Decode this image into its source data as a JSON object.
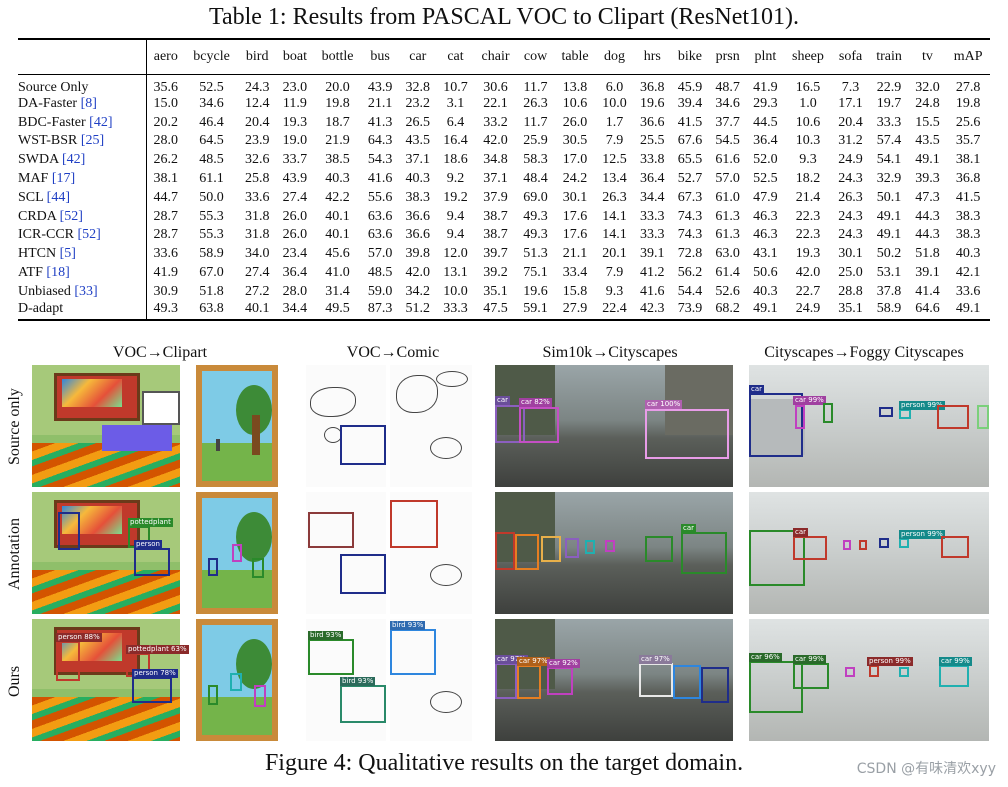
{
  "table": {
    "title": "Table 1: Results from PASCAL VOC to Clipart (ResNet101).",
    "columns": [
      "aero",
      "bcycle",
      "bird",
      "boat",
      "bottle",
      "bus",
      "car",
      "cat",
      "chair",
      "cow",
      "table",
      "dog",
      "hrs",
      "bike",
      "prsn",
      "plnt",
      "sheep",
      "sofa",
      "train",
      "tv",
      "mAP"
    ],
    "rows": [
      {
        "method": "Source Only",
        "ref": "",
        "values": [
          "35.6",
          "52.5",
          "24.3",
          "23.0",
          "20.0",
          "43.9",
          "32.8",
          "10.7",
          "30.6",
          "11.7",
          "13.8",
          "6.0",
          "36.8",
          "45.9",
          "48.7",
          "41.9",
          "16.5",
          "7.3",
          "22.9",
          "32.0",
          "27.8"
        ],
        "bold": []
      },
      {
        "method": "DA-Faster",
        "ref": "[8]",
        "values": [
          "15.0",
          "34.6",
          "12.4",
          "11.9",
          "19.8",
          "21.1",
          "23.2",
          "3.1",
          "22.1",
          "26.3",
          "10.6",
          "10.0",
          "19.6",
          "39.4",
          "34.6",
          "29.3",
          "1.0",
          "17.1",
          "19.7",
          "24.8",
          "19.8"
        ],
        "bold": []
      },
      {
        "method": "BDC-Faster",
        "ref": "[42]",
        "values": [
          "20.2",
          "46.4",
          "20.4",
          "19.3",
          "18.7",
          "41.3",
          "26.5",
          "6.4",
          "33.2",
          "11.7",
          "26.0",
          "1.7",
          "36.6",
          "41.5",
          "37.7",
          "44.5",
          "10.6",
          "20.4",
          "33.3",
          "15.5",
          "25.6"
        ],
        "bold": []
      },
      {
        "method": "WST-BSR",
        "ref": "[25]",
        "values": [
          "28.0",
          "64.5",
          "23.9",
          "19.0",
          "21.9",
          "64.3",
          "43.5",
          "16.4",
          "42.0",
          "25.9",
          "30.5",
          "7.9",
          "25.5",
          "67.6",
          "54.5",
          "36.4",
          "10.3",
          "31.2",
          "57.4",
          "43.5",
          "35.7"
        ],
        "bold": [
          10
        ]
      },
      {
        "method": "SWDA",
        "ref": "[42]",
        "values": [
          "26.2",
          "48.5",
          "32.6",
          "33.7",
          "38.5",
          "54.3",
          "37.1",
          "18.6",
          "34.8",
          "58.3",
          "17.0",
          "12.5",
          "33.8",
          "65.5",
          "61.6",
          "52.0",
          "9.3",
          "24.9",
          "54.1",
          "49.1",
          "38.1"
        ],
        "bold": []
      },
      {
        "method": "MAF",
        "ref": "[17]",
        "values": [
          "38.1",
          "61.1",
          "25.8",
          "43.9",
          "40.3",
          "41.6",
          "40.3",
          "9.2",
          "37.1",
          "48.4",
          "24.2",
          "13.4",
          "36.4",
          "52.7",
          "57.0",
          "52.5",
          "18.2",
          "24.3",
          "32.9",
          "39.3",
          "36.8"
        ],
        "bold": [
          3,
          15
        ]
      },
      {
        "method": "SCL",
        "ref": "[44]",
        "values": [
          "44.7",
          "50.0",
          "33.6",
          "27.4",
          "42.2",
          "55.6",
          "38.3",
          "19.2",
          "37.9",
          "69.0",
          "30.1",
          "26.3",
          "34.4",
          "67.3",
          "61.0",
          "47.9",
          "21.4",
          "26.3",
          "50.1",
          "47.3",
          "41.5"
        ],
        "bold": [
          9,
          11
        ]
      },
      {
        "method": "CRDA",
        "ref": "[52]",
        "values": [
          "28.7",
          "55.3",
          "31.8",
          "26.0",
          "40.1",
          "63.6",
          "36.6",
          "9.4",
          "38.7",
          "49.3",
          "17.6",
          "14.1",
          "33.3",
          "74.3",
          "61.3",
          "46.3",
          "22.3",
          "24.3",
          "49.1",
          "44.3",
          "38.3"
        ],
        "bold": [
          13
        ]
      },
      {
        "method": "ICR-CCR",
        "ref": "[52]",
        "values": [
          "28.7",
          "55.3",
          "31.8",
          "26.0",
          "40.1",
          "63.6",
          "36.6",
          "9.4",
          "38.7",
          "49.3",
          "17.6",
          "14.1",
          "33.3",
          "74.3",
          "61.3",
          "46.3",
          "22.3",
          "24.3",
          "49.1",
          "44.3",
          "38.3"
        ],
        "bold": [
          13
        ]
      },
      {
        "method": "HTCN",
        "ref": "[5]",
        "values": [
          "33.6",
          "58.9",
          "34.0",
          "23.4",
          "45.6",
          "57.0",
          "39.8",
          "12.0",
          "39.7",
          "51.3",
          "21.1",
          "20.1",
          "39.1",
          "72.8",
          "63.0",
          "43.1",
          "19.3",
          "30.1",
          "50.2",
          "51.8",
          "40.3"
        ],
        "bold": []
      },
      {
        "method": "ATF",
        "ref": "[18]",
        "values": [
          "41.9",
          "67.0",
          "27.4",
          "36.4",
          "41.0",
          "48.5",
          "42.0",
          "13.1",
          "39.2",
          "75.1",
          "33.4",
          "7.9",
          "41.2",
          "56.2",
          "61.4",
          "50.6",
          "42.0",
          "25.0",
          "53.1",
          "39.1",
          "42.1"
        ],
        "bold": [
          1,
          16
        ]
      },
      {
        "method": "Unbiased",
        "ref": "[33]",
        "values": [
          "30.9",
          "51.8",
          "27.2",
          "28.0",
          "31.4",
          "59.0",
          "34.2",
          "10.0",
          "35.1",
          "19.6",
          "15.8",
          "9.3",
          "41.6",
          "54.4",
          "52.6",
          "40.3",
          "22.7",
          "28.8",
          "37.8",
          "41.4",
          "33.6"
        ],
        "bold": []
      },
      {
        "method": "D-adapt",
        "ref": "",
        "values": [
          "49.3",
          "63.8",
          "40.1",
          "34.4",
          "49.5",
          "87.3",
          "51.2",
          "33.3",
          "47.5",
          "59.1",
          "27.9",
          "22.4",
          "42.3",
          "73.9",
          "68.2",
          "49.1",
          "24.9",
          "35.1",
          "58.9",
          "64.6",
          "49.1"
        ],
        "bold": [
          0,
          2,
          4,
          5,
          6,
          7,
          8,
          12,
          14,
          17,
          18,
          19,
          20
        ]
      }
    ]
  },
  "figure": {
    "columns": [
      "VOC→Clipart",
      "VOC→Comic",
      "Sim10k→Cityscapes",
      "Cityscapes→Foggy Cityscapes"
    ],
    "rows": [
      "Source only",
      "Annotation",
      "Ours"
    ],
    "caption": "Figure 4: Qualitative results on the target domain."
  },
  "box_labels": {
    "clip_person": "person 88%",
    "clip_plant": "pottedplant 63%",
    "clip_person2": "person 78%",
    "clip_plant_ann": "pottedplant",
    "clip_person_ann": "person",
    "comic_bird": "bird 93%",
    "car_src1": "car 82%",
    "car_src2": "car 100%",
    "car_ours": "car 97%",
    "car_ours2": "car 92%",
    "car_short": "car",
    "fog_car": "car 99%",
    "fog_person": "person 99%",
    "fog_car2": "car 96%"
  },
  "colors": {
    "ref_link": "#1f3fc4"
  },
  "watermark": "CSDN @有味清欢xyy"
}
